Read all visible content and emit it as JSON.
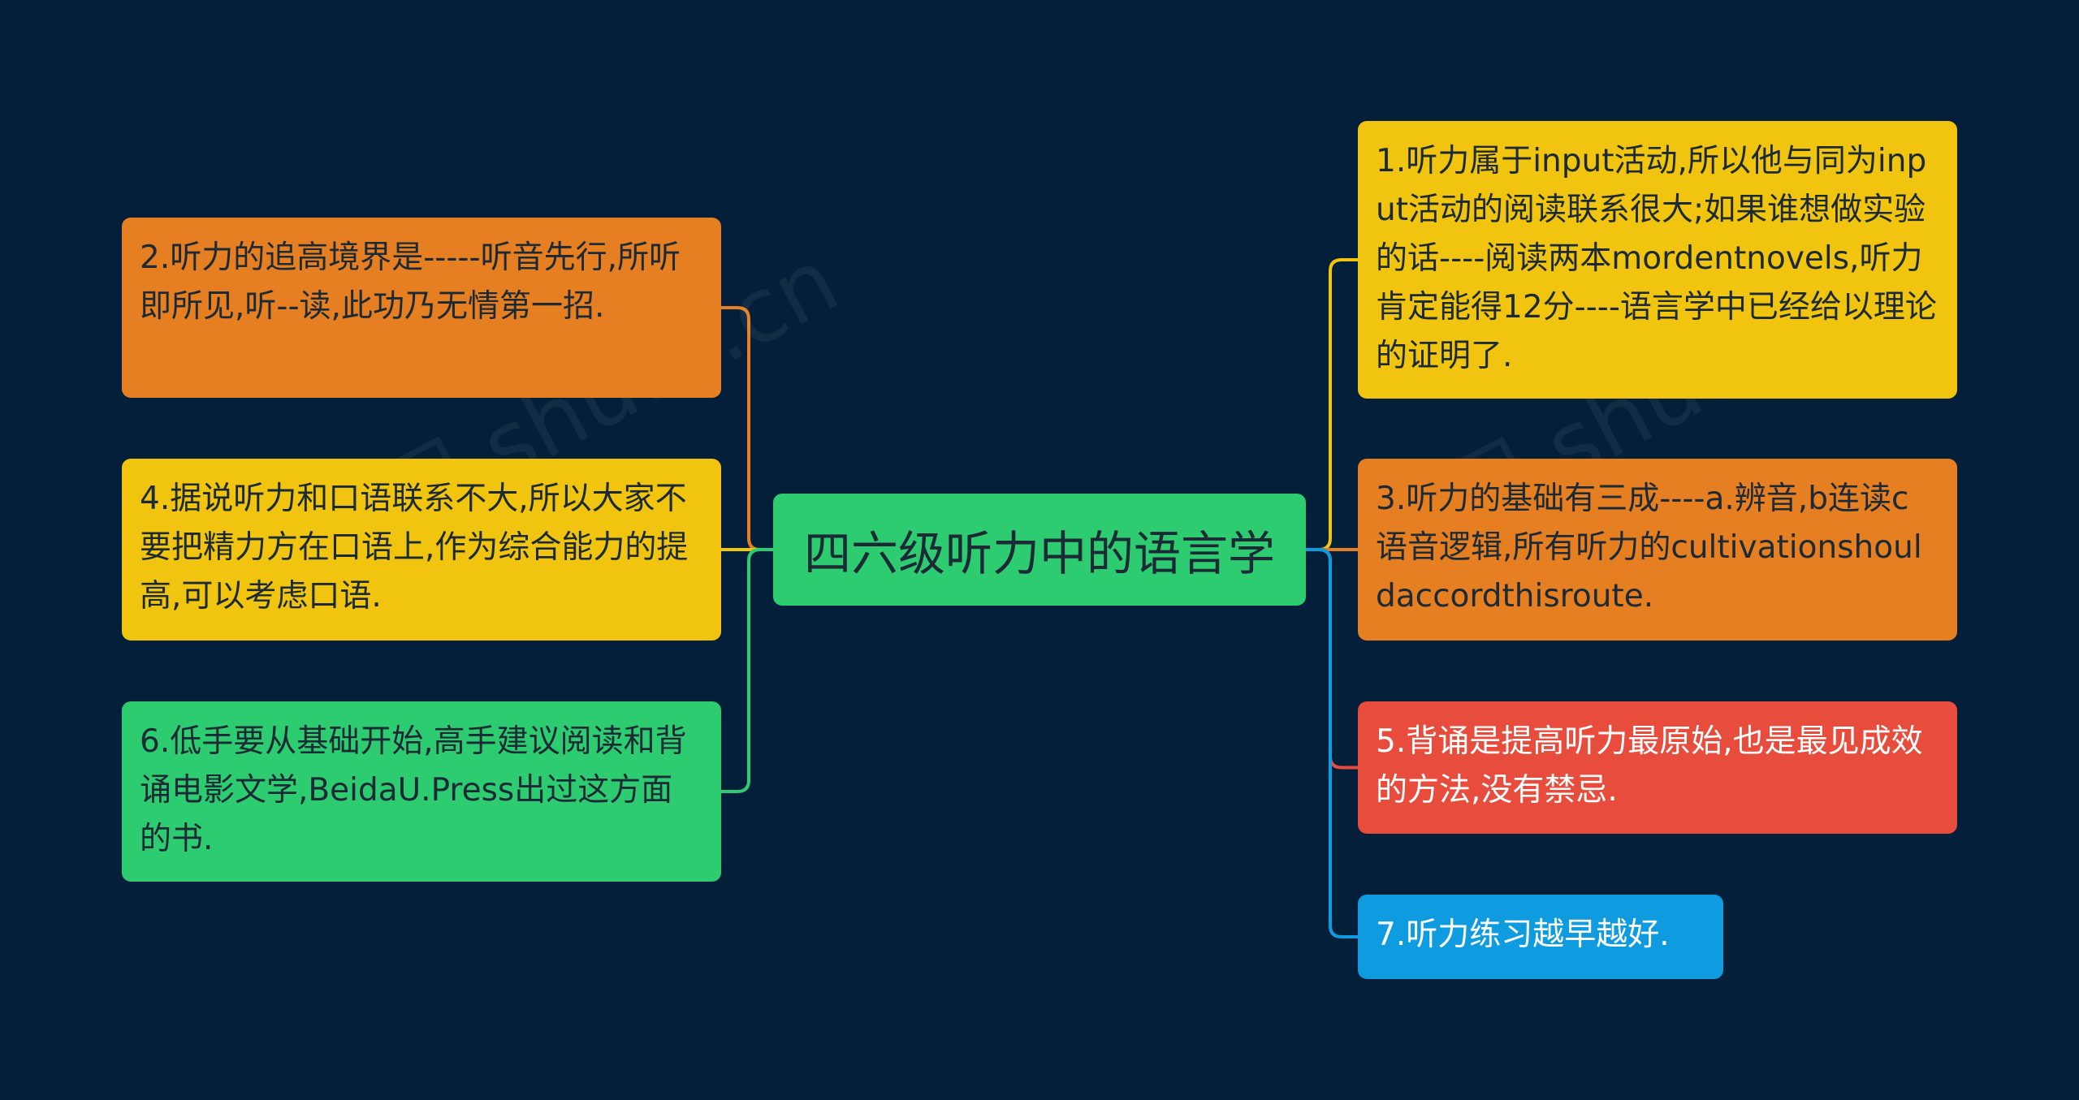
{
  "center": {
    "label": "四六级听力中的语言学",
    "color": "#2ecc71"
  },
  "left_nodes": [
    {
      "id": "n2",
      "text": "2.听力的追高境界是-----听音先行,所听即所见,听--读,此功乃无情第一招.",
      "bg": "#e67e22",
      "fg": "#1b2a35",
      "line": "#e67e22"
    },
    {
      "id": "n4",
      "text": "4.据说听力和口语联系不大,所以大家不要把精力方在口语上,作为综合能力的提高,可以考虑口语.",
      "bg": "#f1c40f",
      "fg": "#1b2a35",
      "line": "#f1c40f"
    },
    {
      "id": "n6",
      "text": "6.低手要从基础开始,高手建议阅读和背诵电影文学,BeidaU.Press出过这方面的书.",
      "bg": "#2ecc71",
      "fg": "#1b2a35",
      "line": "#2ecc71"
    }
  ],
  "right_nodes": [
    {
      "id": "n1",
      "text": "1.听力属于input活动,所以他与同为input活动的阅读联系很大;如果谁想做实验的话----阅读两本mordentnovels,听力肯定能得12分----语言学中已经给以理论的证明了.",
      "bg": "#f1c40f",
      "fg": "#1b2a35",
      "line": "#f1c40f"
    },
    {
      "id": "n3",
      "text": "3.听力的基础有三成----a.辨音,b连读c语音逻辑,所有听力的cultivationshouldaccordthisroute.",
      "bg": "#e67e22",
      "fg": "#1b2a35",
      "line": "#e67e22"
    },
    {
      "id": "n5",
      "text": "5.背诵是提高听力最原始,也是最见成效的方法,没有禁忌.",
      "bg": "#e74c3c",
      "fg": "#ffffff",
      "line": "#e74c3c"
    },
    {
      "id": "n7",
      "text": "7.听力练习越早越好.",
      "bg": "#0e9bdf",
      "fg": "#ffffff",
      "line": "#0e9bdf"
    }
  ]
}
